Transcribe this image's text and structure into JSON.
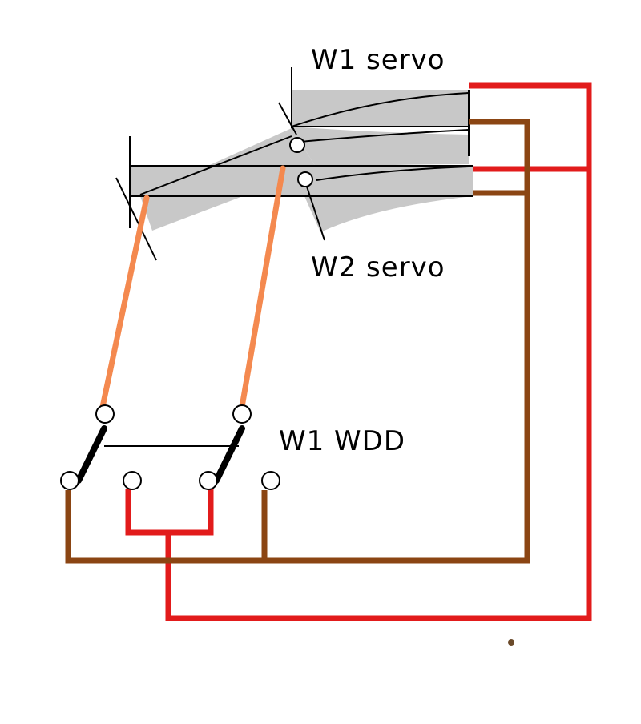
{
  "labels": {
    "w1_servo": "W1 servo",
    "w2_servo": "W2 servo",
    "w1_wdd": "W1 WDD"
  },
  "colors": {
    "red_wire": "#e21b1b",
    "brown_wire": "#8b4513",
    "orange_wire": "#f4894f",
    "track": "#c8c8c8",
    "black_wire": "#000000",
    "background": "#ffffff"
  }
}
